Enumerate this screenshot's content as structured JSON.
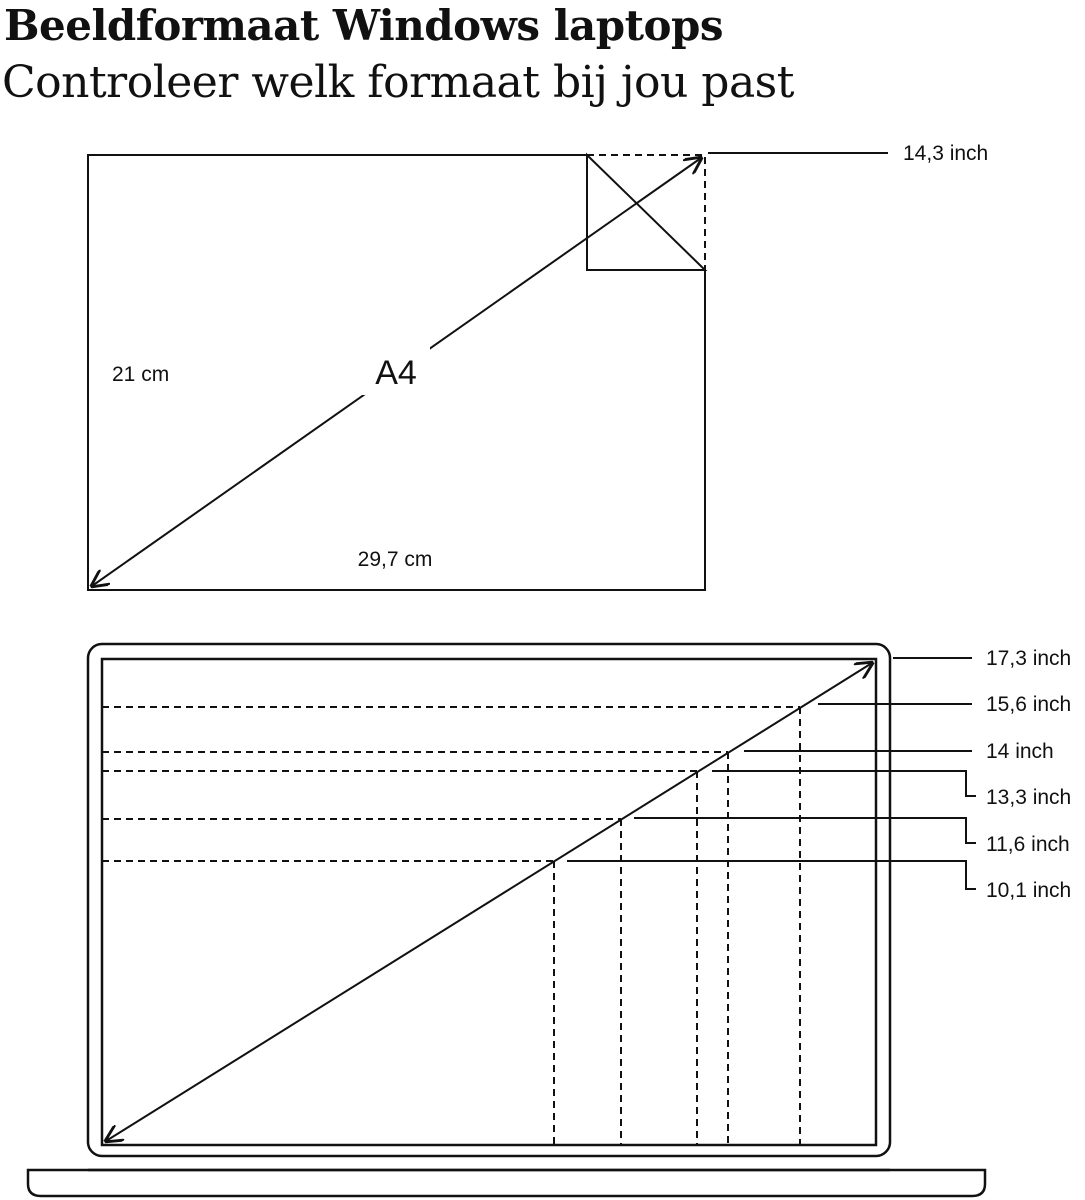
{
  "title": "Beeldformaat Windows laptops",
  "subtitle": "Controleer welk formaat bij jou past",
  "a4": {
    "label": "A4",
    "height_label": "21 cm",
    "width_label": "29,7 cm",
    "diagonal_label": "14,3 inch"
  },
  "laptop": {
    "sizes": [
      {
        "label": "17,3 inch"
      },
      {
        "label": "15,6 inch"
      },
      {
        "label": "14 inch"
      },
      {
        "label": "13,3 inch"
      },
      {
        "label": "11,6 inch"
      },
      {
        "label": "10,1 inch"
      }
    ]
  },
  "colors": {
    "line": "#111111",
    "background": "#ffffff"
  }
}
